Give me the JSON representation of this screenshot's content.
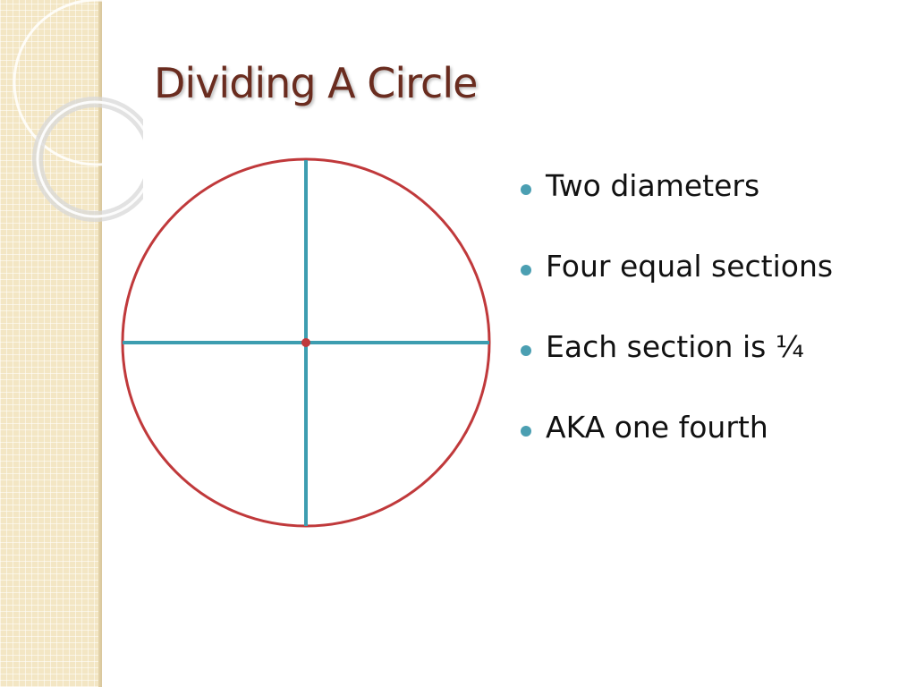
{
  "slide": {
    "title": "Dividing A Circle",
    "bullets": [
      "Two diameters",
      "Four equal sections",
      "Each section is ¼",
      "AKA one fourth"
    ]
  },
  "colors": {
    "title": "#6a2c1f",
    "circle_outline": "#c0393b",
    "diameters": "#3d9db0",
    "center_point": "#c0393b",
    "bullet": "#4b9fb2",
    "side_band": "#f3e6c4"
  },
  "diagram": {
    "shape": "circle",
    "diameter_count": 2,
    "section_count": 4
  }
}
